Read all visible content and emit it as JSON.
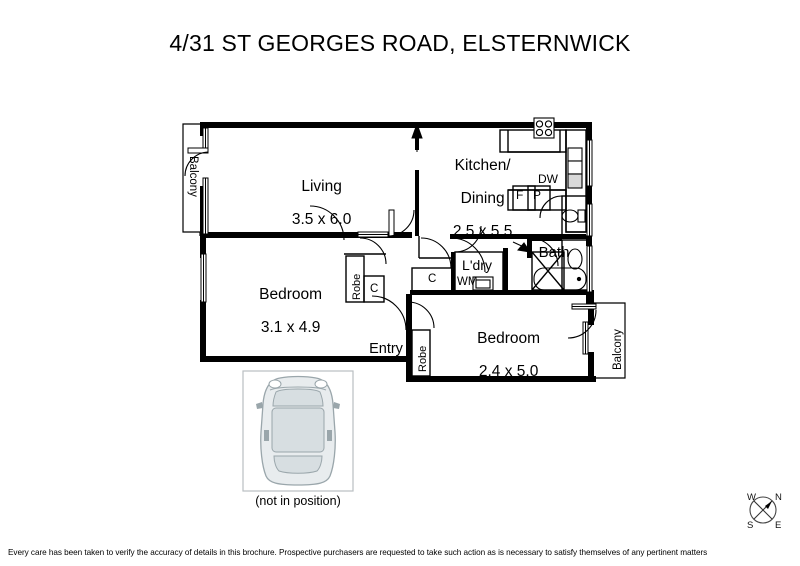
{
  "document": {
    "title": "4/31 ST GEORGES ROAD, ELSTERNWICK",
    "type": "floor-plan",
    "footer_disclaimer": "Every care has been taken to verify the accuracy of details in this brochure. Prospective purchasers are requested to take such action as is necessary to satisfy themselves of any pertinent matters"
  },
  "colors": {
    "wall": "#000000",
    "background": "#ffffff",
    "text": "#000000",
    "car_body": "#e8ecee",
    "car_outline": "#9aa6ab",
    "car_glass": "#d7dee1",
    "garage_box_border": "#b9bfc2",
    "compass": "#333333"
  },
  "rooms": [
    {
      "id": "living",
      "name": "Living",
      "dimensions": "3.5 x 6.0"
    },
    {
      "id": "kitchen",
      "name": "Kitchen/\nDining",
      "dimensions": "2.5 x 5.5"
    },
    {
      "id": "bedroom-main",
      "name": "Bedroom",
      "dimensions": "3.1 x 4.9"
    },
    {
      "id": "bedroom-two",
      "name": "Bedroom",
      "dimensions": "2.4 x 5.0"
    },
    {
      "id": "bath",
      "name": "Bath",
      "dimensions": ""
    },
    {
      "id": "laundry",
      "name": "L'dry",
      "dimensions": ""
    },
    {
      "id": "entry",
      "name": "Entry",
      "dimensions": ""
    }
  ],
  "labels": {
    "living_name": "Living",
    "living_dims": "3.5 x 6.0",
    "kitchen_name_line1": "Kitchen/",
    "kitchen_name_line2": "Dining",
    "kitchen_dims": "2.5 x 5.5",
    "bedroom_main_name": "Bedroom",
    "bedroom_main_dims": "3.1 x 4.9",
    "bedroom_two_name": "Bedroom",
    "bedroom_two_dims": "2.4 x 5.0",
    "bath": "Bath",
    "laundry": "L'dry",
    "washing_machine": "WM",
    "entry": "Entry",
    "balcony_left": "Balcony",
    "balcony_right": "Balcony",
    "robe_main": "Robe",
    "robe_entry": "Robe",
    "cupboard_bedroom": "C",
    "cupboard_hall": "C",
    "dishwasher": "DW",
    "fridge": "F",
    "pantry": "P"
  },
  "garage": {
    "caption": "(not in position)",
    "icon": "car-top-view-icon"
  },
  "compass": {
    "icon": "compass-rose-icon",
    "north": "N",
    "east": "E",
    "south": "S",
    "west": "W"
  }
}
